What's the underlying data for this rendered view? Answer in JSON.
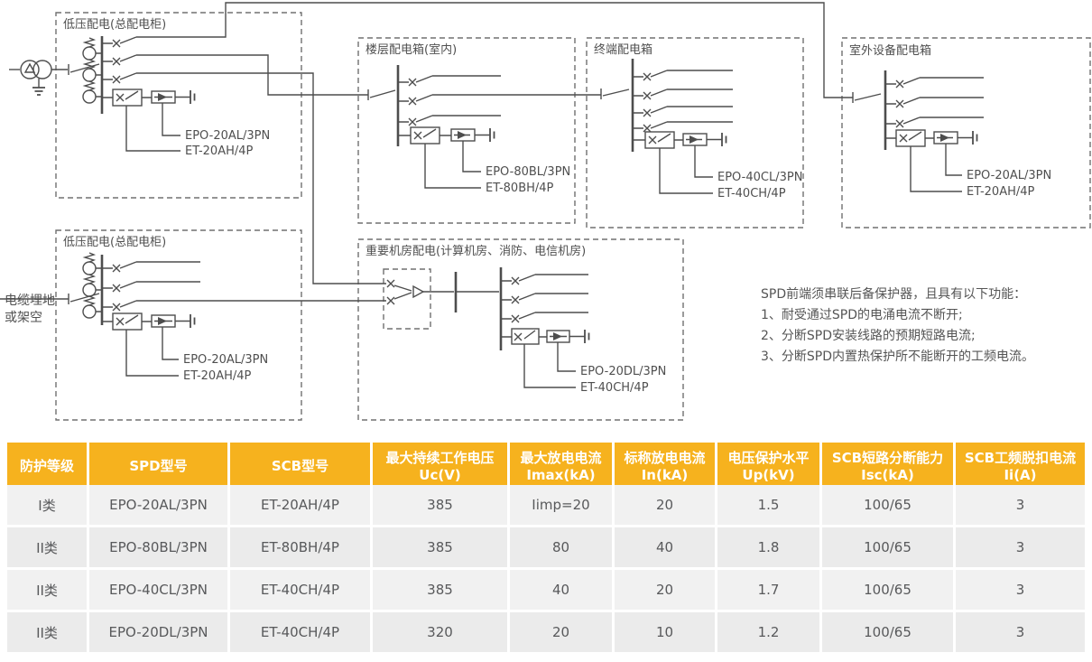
{
  "diagram": {
    "source_label": {
      "line1": "电缆埋地",
      "line2": "或架空"
    },
    "boxes": {
      "main_top": {
        "title": "低压配电(总配电柜)",
        "spd_model": "EPO-20AL/3PN",
        "scb_model": "ET-20AH/4P"
      },
      "floor": {
        "title": "楼层配电箱(室内)",
        "spd_model": "EPO-80BL/3PN",
        "scb_model": "ET-80BH/4P"
      },
      "terminal": {
        "title": "终端配电箱",
        "spd_model": "EPO-40CL/3PN",
        "scb_model": "ET-40CH/4P"
      },
      "outdoor": {
        "title": "室外设备配电箱",
        "spd_model": "EPO-20AL/3PN",
        "scb_model": "ET-20AH/4P"
      },
      "main_bottom": {
        "title": "低压配电(总配电柜)",
        "spd_model": "EPO-20AL/3PN",
        "scb_model": "ET-20AH/4P"
      },
      "machine_room": {
        "title": "重要机房配电(计算机房、消防、电信机房)",
        "spd_model": "EPO-20DL/3PN",
        "scb_model": "ET-40CH/4P"
      }
    },
    "note": {
      "line1": "SPD前端须串联后备保护器，且具有以下功能：",
      "line2": "1、耐受通过SPD的电涌电流不断开;",
      "line3": "2、分断SPD安装线路的预期短路电流;",
      "line4": "3、分断SPD内置热保护所不能断开的工频电流。"
    }
  },
  "table": {
    "headers": [
      {
        "l1": "防护等级",
        "l2": ""
      },
      {
        "l1": "SPD型号",
        "l2": ""
      },
      {
        "l1": "SCB型号",
        "l2": ""
      },
      {
        "l1": "最大持续工作电压",
        "l2": "Uc(V)"
      },
      {
        "l1": "最大放电电流",
        "l2": "Imax(kA)"
      },
      {
        "l1": "标称放电电流",
        "l2": "In(kA)"
      },
      {
        "l1": "电压保护水平",
        "l2": "Up(kV)"
      },
      {
        "l1": "SCB短路分断能力",
        "l2": "Isc(kA)"
      },
      {
        "l1": "SCB工频脱扣电流",
        "l2": "Ii(A)"
      }
    ],
    "rows": [
      [
        "I类",
        "EPO-20AL/3PN",
        "ET-20AH/4P",
        "385",
        "Iimp=20",
        "20",
        "1.5",
        "100/65",
        "3"
      ],
      [
        "II类",
        "EPO-80BL/3PN",
        "ET-80BH/4P",
        "385",
        "80",
        "40",
        "1.8",
        "100/65",
        "3"
      ],
      [
        "II类",
        "EPO-40CL/3PN",
        "ET-40CH/4P",
        "385",
        "40",
        "20",
        "1.7",
        "100/65",
        "3"
      ],
      [
        "II类",
        "EPO-20DL/3PN",
        "ET-40CH/4P",
        "320",
        "20",
        "10",
        "1.2",
        "100/65",
        "3"
      ]
    ]
  },
  "colors": {
    "accent": "#F6B21E",
    "line": "#4d4d4d",
    "row_light": "#F1F1F1",
    "row_dark": "#EBEBEB"
  }
}
